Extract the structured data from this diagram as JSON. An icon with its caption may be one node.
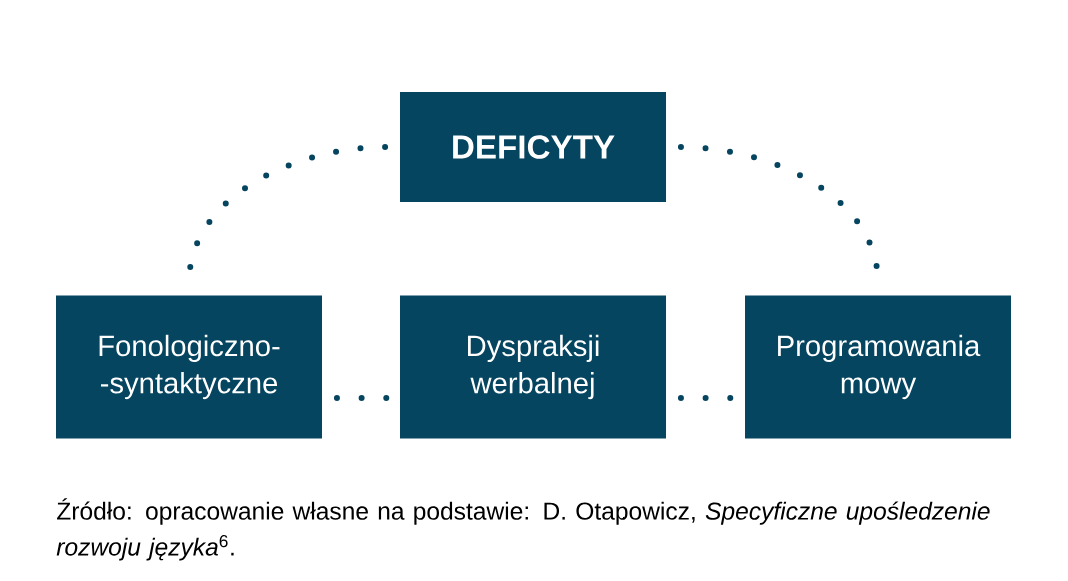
{
  "diagram": {
    "caption": "Źródło: opracowanie własne na podstawie: D. Otapowicz, *Specyficzne upośledzenie rozwoju języka*$^{6}$.",
    "nodes": [
      {
        "text": [
          "DEFICYTY"
        ]
      },
      {
        "text": [
          "Fonologiczno- -syntaktyczne"
        ]
      },
      {
        "text": [
          "Dyspraksji werbalnej"
        ]
      },
      {
        "text": [
          "Programowania mowy"
        ]
      }
    ],
    "edges": [
      {
        "from": 0,
        "to": 1,
        "arrow": "none"
      },
      {
        "from": 0,
        "to": 3,
        "arrow": "none"
      },
      {
        "from": 1,
        "to": 2,
        "arrow": "none"
      },
      {
        "from": 2,
        "to": 3,
        "arrow": "none"
      }
    ]
  }
}
